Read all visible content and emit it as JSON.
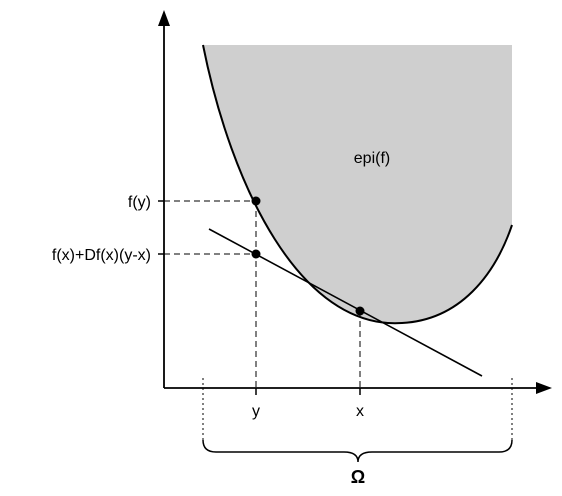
{
  "diagram": {
    "region_label": "epi(f)",
    "y_labels": {
      "f_of_y": "f(y)",
      "tangent_value": "f(x)+Df(x)(y-x)"
    },
    "x_labels": {
      "y": "y",
      "x": "x"
    },
    "domain_label": "Ω",
    "colors": {
      "region_fill": "#cfcfcf",
      "stroke": "#000000",
      "background": "#ffffff"
    }
  }
}
